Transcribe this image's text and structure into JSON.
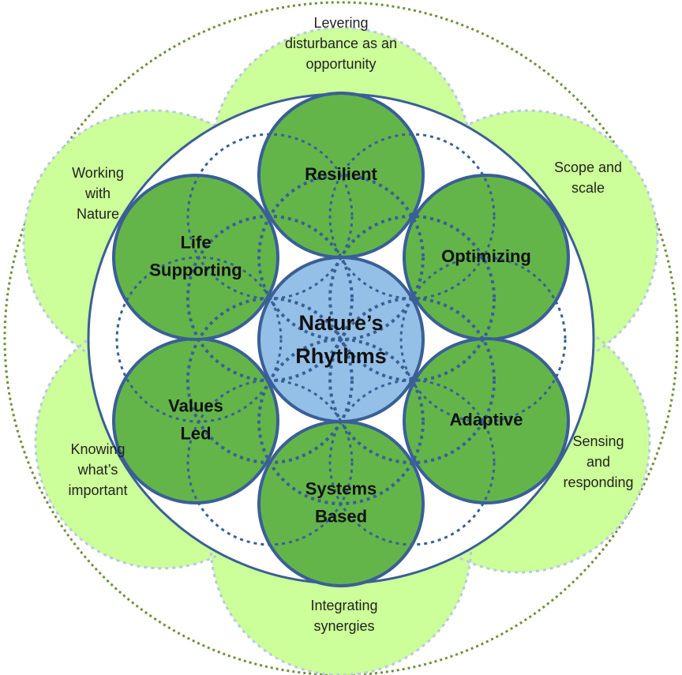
{
  "colors": {
    "light_green": "#ccff99",
    "light_green_border": "#b7c9e6",
    "dark_green": "#63b54a",
    "navy": "#3a5f96",
    "center_blue": "#94bfe6",
    "outer_dotted": "#6e8f3a"
  },
  "center": {
    "lines": [
      "Nature’s",
      "Rhythms"
    ]
  },
  "inner_circles": [
    {
      "id": "resilient",
      "lines": [
        "Resilient"
      ]
    },
    {
      "id": "optimizing",
      "lines": [
        "Optimizing"
      ]
    },
    {
      "id": "adaptive",
      "lines": [
        "Adaptive"
      ]
    },
    {
      "id": "systems-based",
      "lines": [
        "Systems",
        "Based"
      ]
    },
    {
      "id": "values-led",
      "lines": [
        "Values",
        "Led"
      ]
    },
    {
      "id": "life-supporting",
      "lines": [
        "Life",
        "Supporting"
      ]
    }
  ],
  "outer_petals": [
    {
      "id": "levering",
      "lines": [
        "Levering",
        "disturbance as an",
        "opportunity"
      ]
    },
    {
      "id": "scope",
      "lines": [
        "Scope and",
        "scale"
      ]
    },
    {
      "id": "sensing",
      "lines": [
        "Sensing",
        "and",
        "responding"
      ]
    },
    {
      "id": "integrating",
      "lines": [
        "Integrating",
        "synergies"
      ]
    },
    {
      "id": "knowing",
      "lines": [
        "Knowing",
        "what’s",
        "important"
      ]
    },
    {
      "id": "working",
      "lines": [
        "Working",
        "with",
        "Nature"
      ]
    }
  ]
}
